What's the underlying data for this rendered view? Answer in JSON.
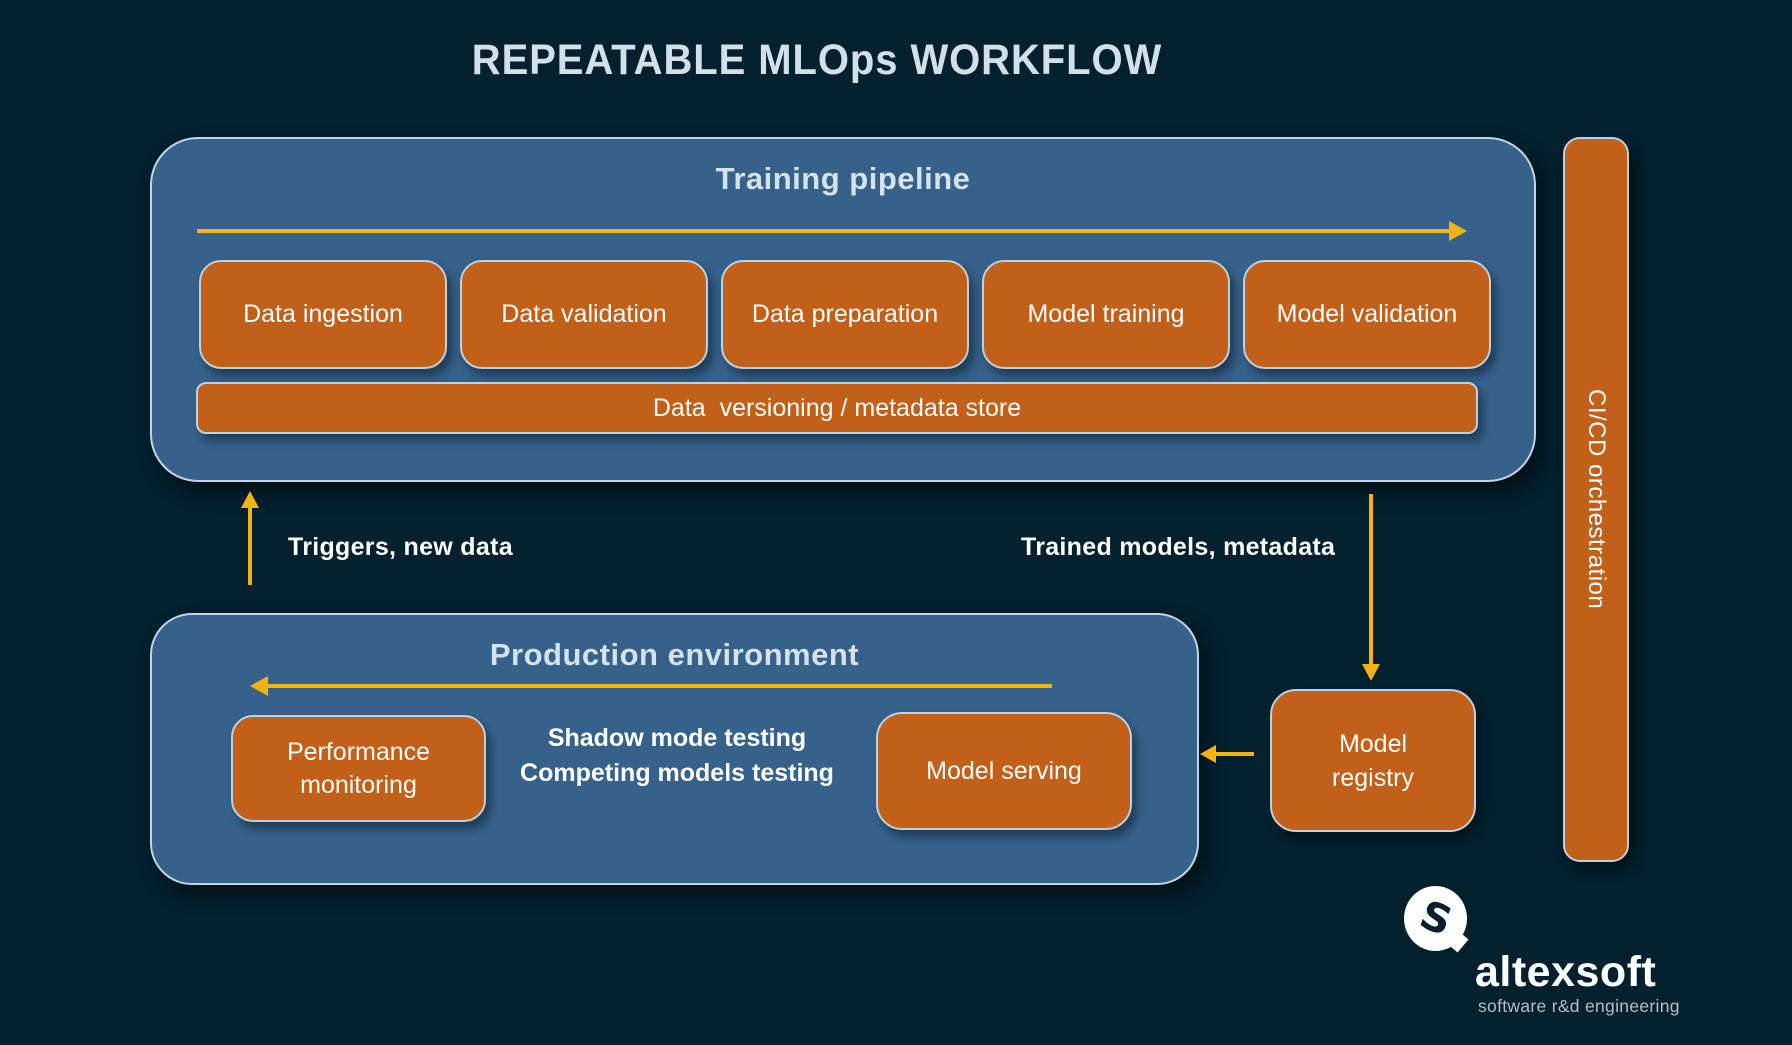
{
  "title": "REPEATABLE MLOps WORKFLOW",
  "training_pipeline": {
    "title": "Training pipeline",
    "stages": [
      "Data ingestion",
      "Data validation",
      "Data preparation",
      "Model training",
      "Model validation"
    ],
    "store_label": "Data  versioning / metadata store"
  },
  "cicd_bar": {
    "label": "CI/CD orchestration"
  },
  "flow_labels": {
    "triggers": "Triggers, new data",
    "trained_models": "Trained models, metadata"
  },
  "production": {
    "title": "Production environment",
    "monitoring_label": "Performance monitoring",
    "testing_lines": [
      "Shadow mode testing",
      "Competing models testing"
    ],
    "serving_label": "Model serving"
  },
  "model_registry": {
    "label": "Model registry"
  },
  "branding": {
    "logo_glyph": "S",
    "wordmark": "altexsoft",
    "tagline": "software r&d engineering"
  },
  "colors": {
    "background": "#03202f",
    "panel_blue": "#35618b",
    "panel_border": "#c3d5e2",
    "box_orange": "#c25f18",
    "arrow_yellow": "#f2b411",
    "heading_text": "#d3e0ea",
    "label_text": "#ffffff",
    "tagline_text": "#b3bfc9"
  }
}
